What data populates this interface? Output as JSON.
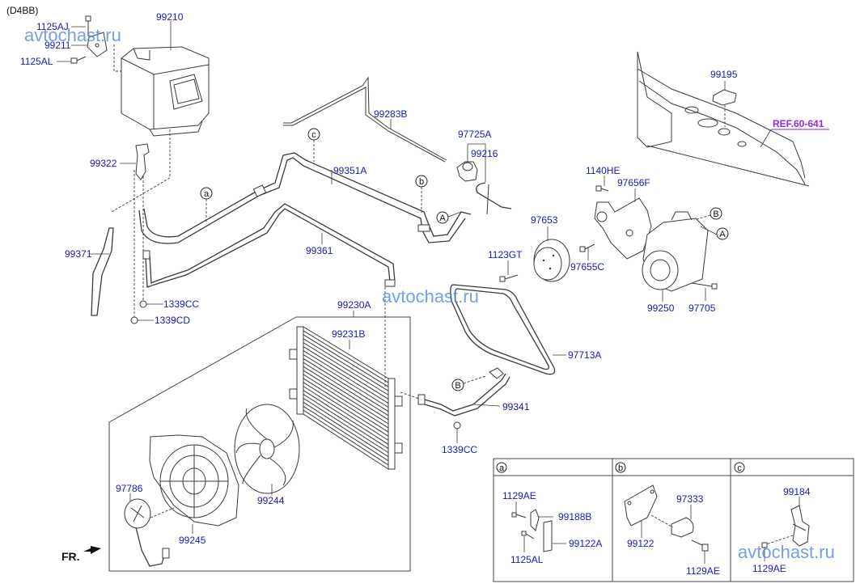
{
  "engine_code": "(D4BB)",
  "watermark": "avtochast.ru",
  "reference": "REF.60-641",
  "direction_label": "FR.",
  "labels": {
    "p1125AJ": "1125AJ",
    "p99211": "99211",
    "p1125AL": "1125AL",
    "p99210": "99210",
    "p99322": "99322",
    "p99371": "99371",
    "p1339CC_a": "1339CC",
    "p1339CD": "1339CD",
    "p99283B": "99283B",
    "p99351A": "99351A",
    "p99361": "99361",
    "p97725A": "97725A",
    "p99216": "99216",
    "p99195": "99195",
    "p1140HE": "1140HE",
    "p97656F": "97656F",
    "p97653": "97653",
    "p1123GT": "1123GT",
    "p97655C": "97655C",
    "p99250": "99250",
    "p97705": "97705",
    "p99230A": "99230A",
    "p99231B": "99231B",
    "p97713A": "97713A",
    "p99341": "99341",
    "p1339CC_b": "1339CC",
    "p97786": "97786",
    "p99244": "99244",
    "p99245": "99245"
  },
  "callouts": {
    "a": "a",
    "b": "b",
    "c": "c",
    "A": "A",
    "B": "B"
  },
  "detail_panels": [
    {
      "key": "a",
      "labels": [
        "1129AE",
        "99188B",
        "99122A",
        "1125AL"
      ]
    },
    {
      "key": "b",
      "labels": [
        "99122",
        "97333",
        "1129AE"
      ]
    },
    {
      "key": "c",
      "labels": [
        "99184",
        "1129AE"
      ]
    }
  ]
}
